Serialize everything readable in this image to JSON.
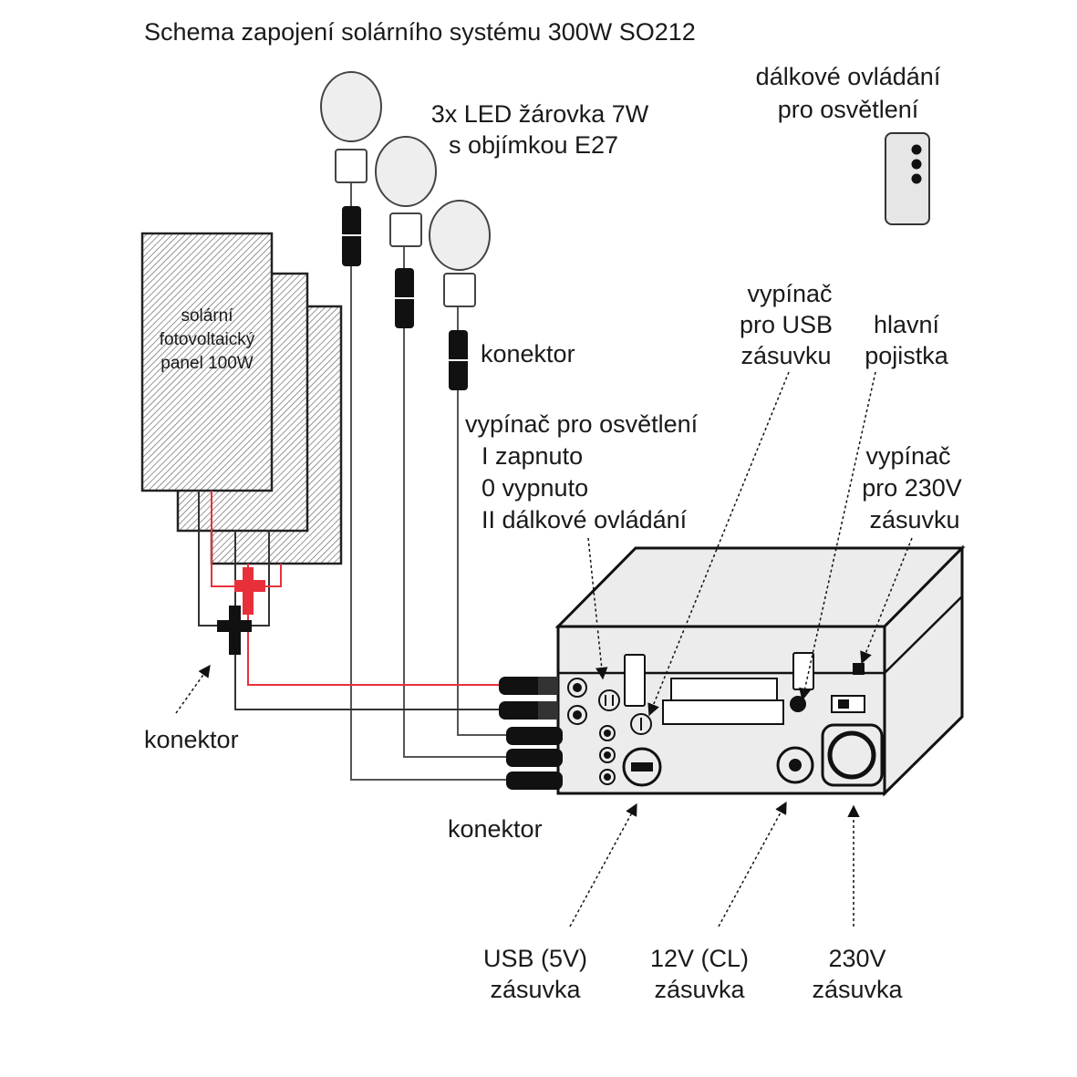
{
  "title": "Schema zapojení solárního systému 300W SO212",
  "remote": {
    "line1": "dálkové ovládání",
    "line2": "pro osvětlení"
  },
  "bulbs": {
    "line1": "3x LED žárovka 7W",
    "line2": "s objímkou E27"
  },
  "panel": {
    "line1": "solární",
    "line2": "fotovoltaický",
    "line3": "panel 100W"
  },
  "connector_bulbs": "konektor",
  "connector_panels": "konektor",
  "connector_box": "konektor",
  "usb_switch": {
    "line1": "vypínač",
    "line2": "pro USB",
    "line3": "zásuvku"
  },
  "main_fuse": {
    "line1": "hlavní",
    "line2": "pojistka"
  },
  "light_switch": {
    "line1": "vypínač pro osvětlení",
    "line2": "I zapnuto",
    "line3": "0 vypnuto",
    "line4": "II dálkové ovládání"
  },
  "switch_230": {
    "line1": "vypínač",
    "line2": "pro 230V",
    "line3": "zásuvku"
  },
  "usb_socket": {
    "line1": "USB (5V)",
    "line2": "zásuvka"
  },
  "socket_12v": {
    "line1": "12V (CL)",
    "line2": "zásuvka"
  },
  "socket_230": {
    "line1": "230V",
    "line2": "zásuvka"
  },
  "colors": {
    "positive_wire": "#e8303a",
    "negative_wire": "#333333",
    "hatch": "#555555",
    "bulb_fill": "#eeeeee"
  }
}
